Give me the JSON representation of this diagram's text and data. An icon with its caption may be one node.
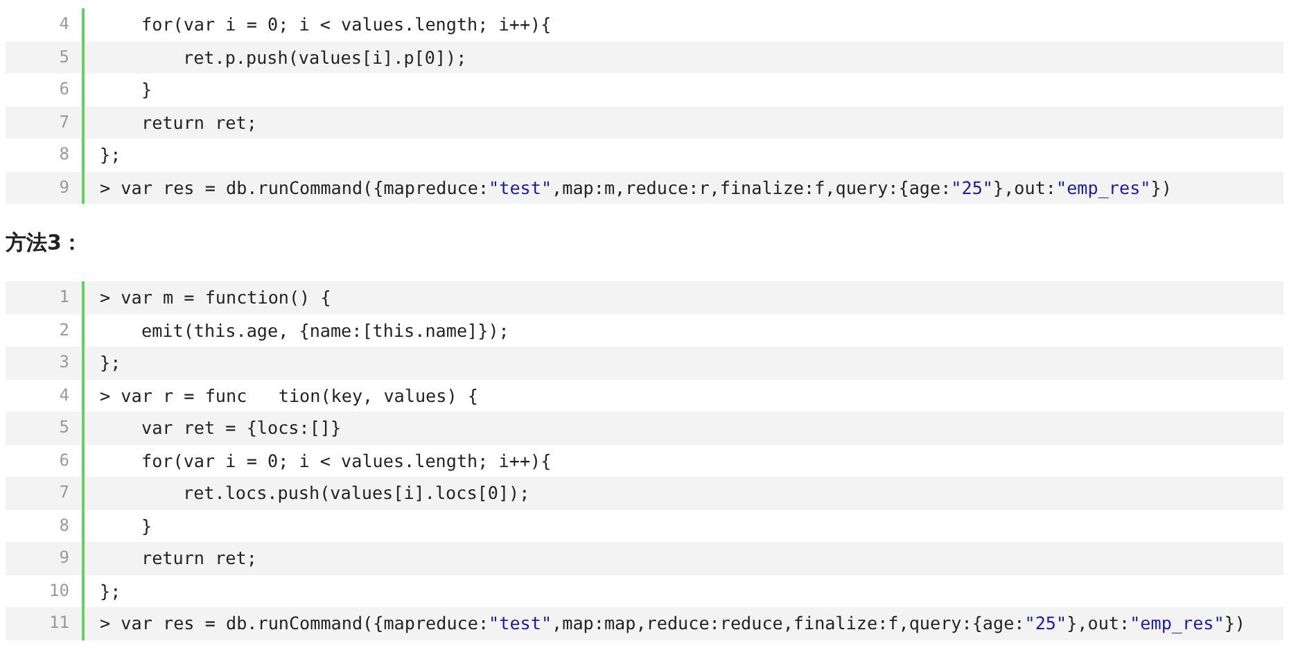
{
  "diagram": {
    "labels": [
      "4",
      "for(var i = 0; i < values.length; i++){",
      "5",
      "ret.p.push(values[i].p[0]);",
      "6",
      "}",
      "7",
      "return ret;",
      "8",
      "};",
      "9",
      "> var res = db.runCommand({mapreduce:\"test\",map:m,reduce:r,finalize:f,query:{age:\"25\"},out:\"emp_res\"})",
      "方法3：",
      "1",
      "> var m = function() {",
      "2",
      "emit(this.age, {name:[this.name]});",
      "3",
      "};",
      "4",
      "> var r = func   tion(key, values) {",
      "5",
      "var ret = {locs:[]}",
      "6",
      "for(var i = 0; i < values.length; i++){",
      "7",
      "ret.locs.push(values[i].locs[0]);",
      "8",
      "}",
      "9",
      "return ret;",
      "10",
      "};",
      "11",
      "> var res = db.runCommand({mapreduce:\"test\",map:map,reduce:reduce,finalize:f,query:{age:\"25\"},out:\"emp_res\"})"
    ]
  }
}
